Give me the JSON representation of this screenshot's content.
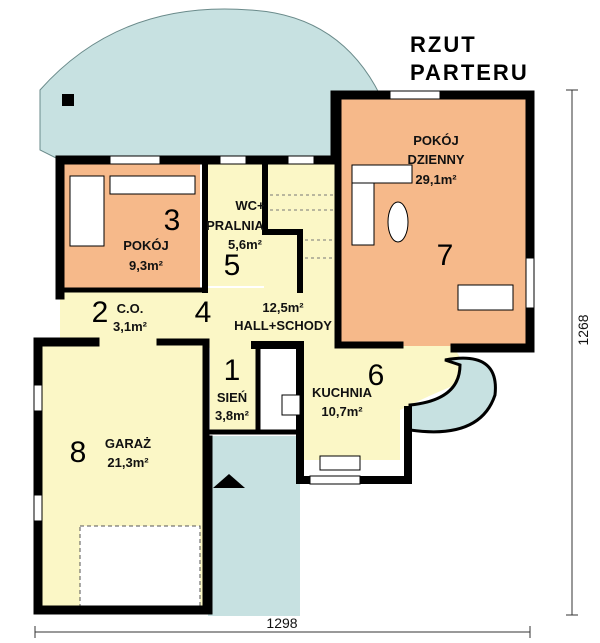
{
  "title": {
    "line1": "RZUT",
    "line2": "PARTERU"
  },
  "dimensions": {
    "height": "1268",
    "width": "1298"
  },
  "colors": {
    "terrace": "#c7e1e1",
    "hall": "#fbf7c6",
    "room": "#f6b98a",
    "wall": "#000000"
  },
  "rooms": [
    {
      "number": "1",
      "name": "SIEŃ",
      "area": "3,8m²"
    },
    {
      "number": "2",
      "name": "C.O.",
      "area": "3,1m²"
    },
    {
      "number": "3",
      "name": "POKÓJ",
      "area": "9,3m²"
    },
    {
      "number": "4",
      "name": "HALL+SCHODY",
      "area": "12,5m²"
    },
    {
      "number": "5",
      "name": "WC+",
      "name2": "PRALNIA",
      "area": "5,6m²"
    },
    {
      "number": "6",
      "name": "KUCHNIA",
      "area": "10,7m²"
    },
    {
      "number": "7",
      "name": "POKÓJ",
      "name2": "DZIENNY",
      "area": "29,1m²"
    },
    {
      "number": "8",
      "name": "GARAŻ",
      "area": "21,3m²"
    }
  ]
}
